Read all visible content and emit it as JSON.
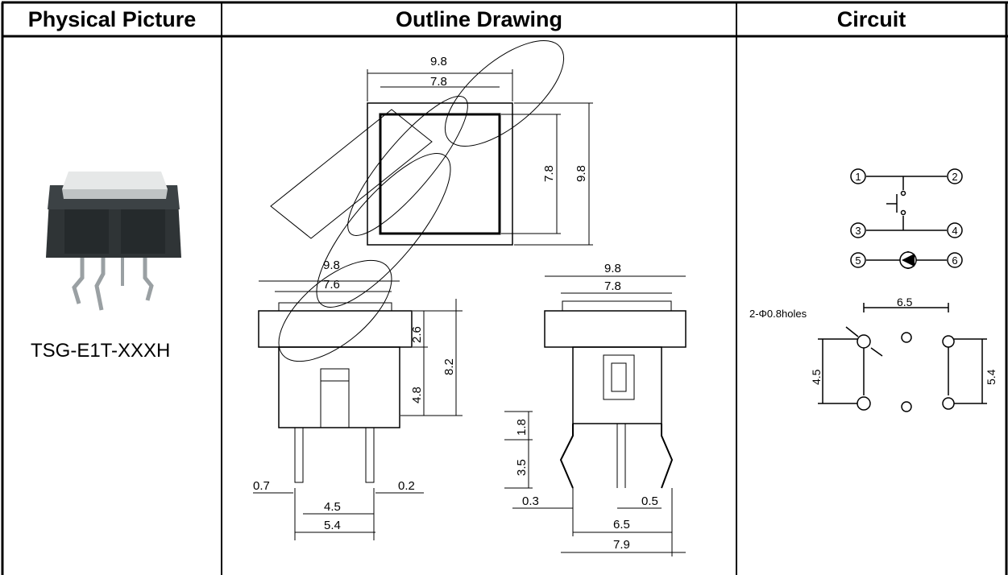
{
  "headers": {
    "physical": "Physical Picture",
    "outline": "Outline Drawing",
    "circuit": "Circuit"
  },
  "product": {
    "model": "TSG-E1T-XXXH"
  },
  "outline_dims": {
    "top_outer_w": "9.8",
    "top_inner_w": "7.8",
    "top_inner_h": "7.8",
    "top_outer_h": "9.8",
    "side_outer_w": "9.8",
    "side_inner_w": "7.6",
    "side_cap_h": "2.6",
    "side_total_h": "8.2",
    "side_body_h": "4.8",
    "side_pin_w": "0.7",
    "side_pin_t": "0.2",
    "side_pin_pitch": "4.5",
    "side_pin_span": "5.4",
    "front_outer_w": "9.8",
    "front_inner_w": "7.8",
    "front_pin_len": "3.5",
    "front_pin_bend": "1.8",
    "front_pin_t": "0.3",
    "front_pin_w": "0.5",
    "front_pin_pitch": "6.5",
    "front_pin_span": "7.9"
  },
  "circuit": {
    "pins": [
      "1",
      "2",
      "3",
      "4",
      "5",
      "6"
    ],
    "holes_label": "2-Φ0.8holes",
    "pcb_pitch": "6.5",
    "pcb_h_left": "4.5",
    "pcb_h_right": "5.4"
  },
  "colors": {
    "line": "#000000",
    "cap": "#d9dcdc",
    "body": "#2f3436"
  }
}
